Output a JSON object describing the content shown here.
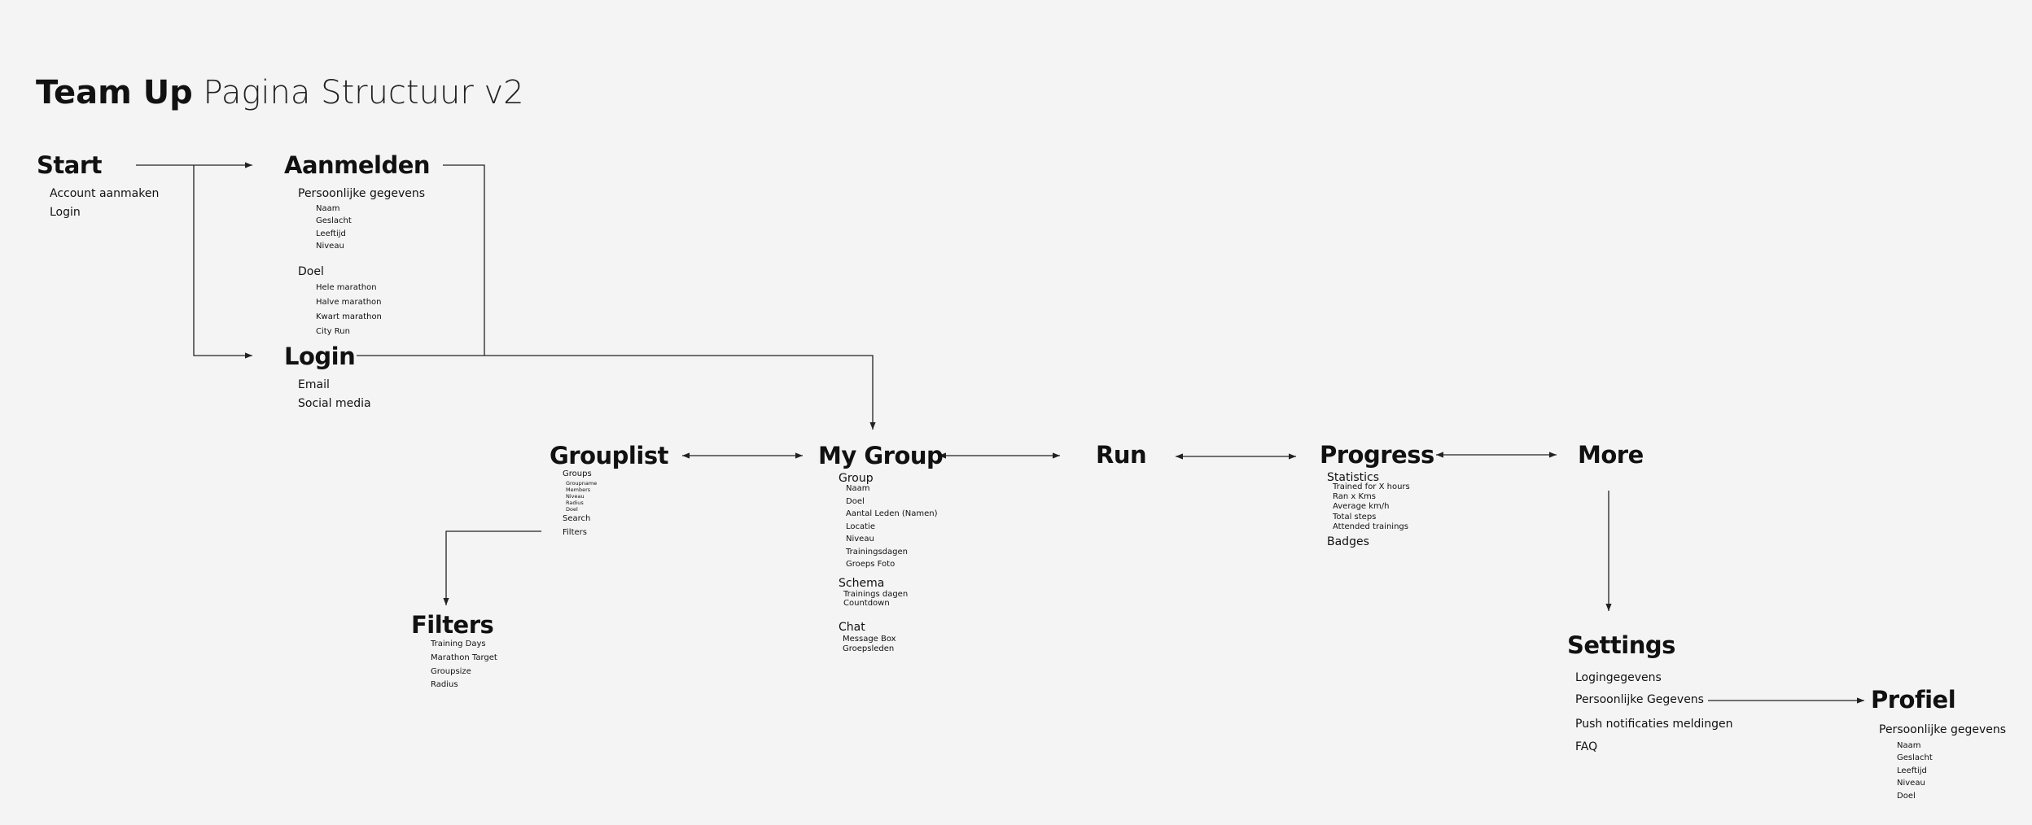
{
  "title": {
    "bold": "Team Up",
    "light": "Pagina Structuur v2"
  },
  "start": {
    "heading": "Start",
    "items": [
      "Account aanmaken",
      "Login"
    ]
  },
  "aanmelden": {
    "heading": "Aanmelden",
    "persoonlijke": {
      "label": "Persoonlijke gegevens",
      "items": [
        "Naam",
        "Geslacht",
        "Leeftijd",
        "Niveau"
      ]
    },
    "doel": {
      "label": "Doel",
      "items": [
        "Hele marathon",
        "Halve marathon",
        "Kwart marathon",
        "City Run"
      ]
    }
  },
  "login": {
    "heading": "Login",
    "items": [
      "Email",
      "Social media"
    ]
  },
  "grouplist": {
    "heading": "Grouplist",
    "groups": {
      "label": "Groups",
      "items": [
        "Groupname",
        "Members",
        "Niveau",
        "Radius",
        "Doel"
      ]
    },
    "search": "Search",
    "filters": "Filters"
  },
  "filters": {
    "heading": "Filters",
    "items": [
      "Training Days",
      "Marathon Target",
      "Groupsize",
      "Radius"
    ]
  },
  "mygroup": {
    "heading": "My Group",
    "group": {
      "label": "Group",
      "items": [
        "Naam",
        "Doel",
        "Aantal Leden (Namen)",
        "Locatie",
        "Niveau",
        "Trainingsdagen",
        "Groeps Foto"
      ]
    },
    "schema": {
      "label": "Schema",
      "items": [
        "Trainings dagen",
        "Countdown"
      ]
    },
    "chat": {
      "label": "Chat",
      "items": [
        "Message Box",
        "Groepsleden"
      ]
    }
  },
  "run": {
    "heading": "Run"
  },
  "progress": {
    "heading": "Progress",
    "statistics": {
      "label": "Statistics",
      "items": [
        "Trained for X hours",
        "Ran x Kms",
        "Average km/h",
        "Total steps",
        "Attended trainings"
      ]
    },
    "badges": "Badges"
  },
  "more": {
    "heading": "More"
  },
  "settings": {
    "heading": "Settings",
    "items": [
      "Logingegevens",
      "Persoonlijke Gegevens",
      "Push notificaties meldingen",
      "FAQ"
    ]
  },
  "profiel": {
    "heading": "Profiel",
    "persoonlijke": {
      "label": "Persoonlijke gegevens",
      "items": [
        "Naam",
        "Geslacht",
        "Leeftijd",
        "Niveau",
        "Doel"
      ]
    }
  }
}
